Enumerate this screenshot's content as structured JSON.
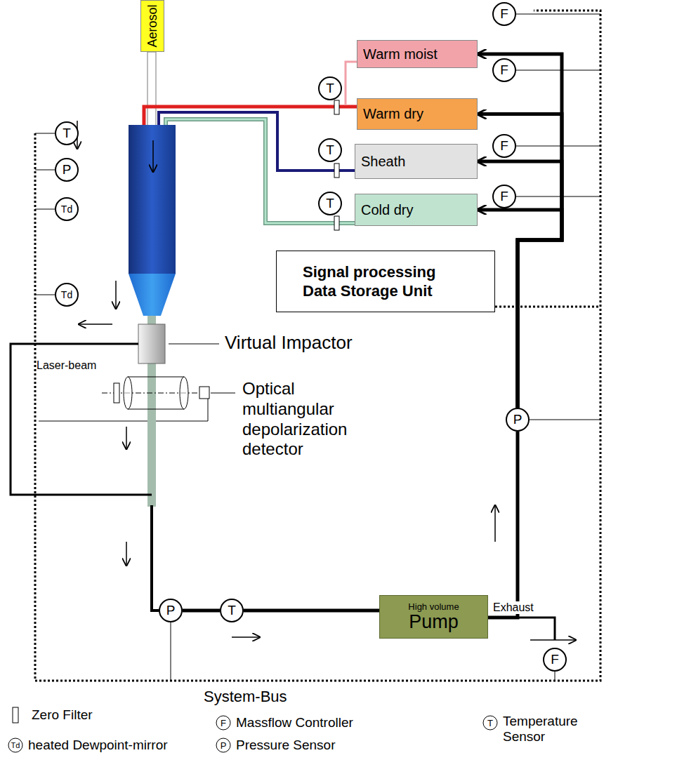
{
  "diagram": {
    "nodes": [
      {
        "text": [
          "Aerosol"
        ]
      },
      {
        "text": [
          "F"
        ]
      },
      {
        "text": [
          "Warm moist"
        ]
      },
      {
        "text": [
          "T"
        ]
      },
      {
        "text": [
          "F"
        ]
      },
      {
        "text": [
          "Warm dry"
        ]
      },
      {
        "text": [
          "T"
        ]
      },
      {
        "text": [
          "T"
        ]
      },
      {
        "text": [
          "F"
        ]
      },
      {
        "text": [
          "Sheath"
        ]
      },
      {
        "text": [
          "P"
        ]
      },
      {
        "text": [
          "Td"
        ]
      },
      {
        "text": [
          "T"
        ]
      },
      {
        "text": [
          "F"
        ]
      },
      {
        "text": [
          "Cold dry"
        ]
      },
      {
        "text": [
          "Signal processing Data Storage Unit"
        ]
      },
      {
        "text": [
          "Td"
        ]
      },
      {
        "text": [
          "P"
        ]
      },
      {
        "text": [
          "High volume",
          "Pump"
        ]
      },
      {
        "text": [
          "P"
        ]
      },
      {
        "text": [
          "T"
        ]
      },
      {
        "text": [
          "F"
        ]
      }
    ],
    "edges": [
      {
        "from": 17,
        "to": 2,
        "arrow": "to"
      },
      {
        "from": 17,
        "to": 5,
        "arrow": "to"
      },
      {
        "from": 17,
        "to": 9,
        "arrow": "to"
      },
      {
        "from": 17,
        "to": 14,
        "arrow": "to"
      },
      {
        "from": 18,
        "to": 17,
        "arrow": "none"
      },
      {
        "from": 19,
        "to": 20,
        "arrow": "none"
      },
      {
        "from": 20,
        "to": 18,
        "arrow": "none"
      }
    ],
    "labels": [
      "Laser-beam",
      "Virtual Impactor",
      "Optical multiangular depolarization detector",
      "Exhaust",
      "System-Bus",
      "Td",
      "F",
      "P",
      "T"
    ],
    "legend": [
      {
        "text": "Zero Filter"
      },
      {
        "text": "heated Dewpoint-mirror"
      },
      {
        "text": "Massflow Controller"
      },
      {
        "text": "Pressure Sensor"
      },
      {
        "text": "Temperature Sensor"
      }
    ]
  }
}
